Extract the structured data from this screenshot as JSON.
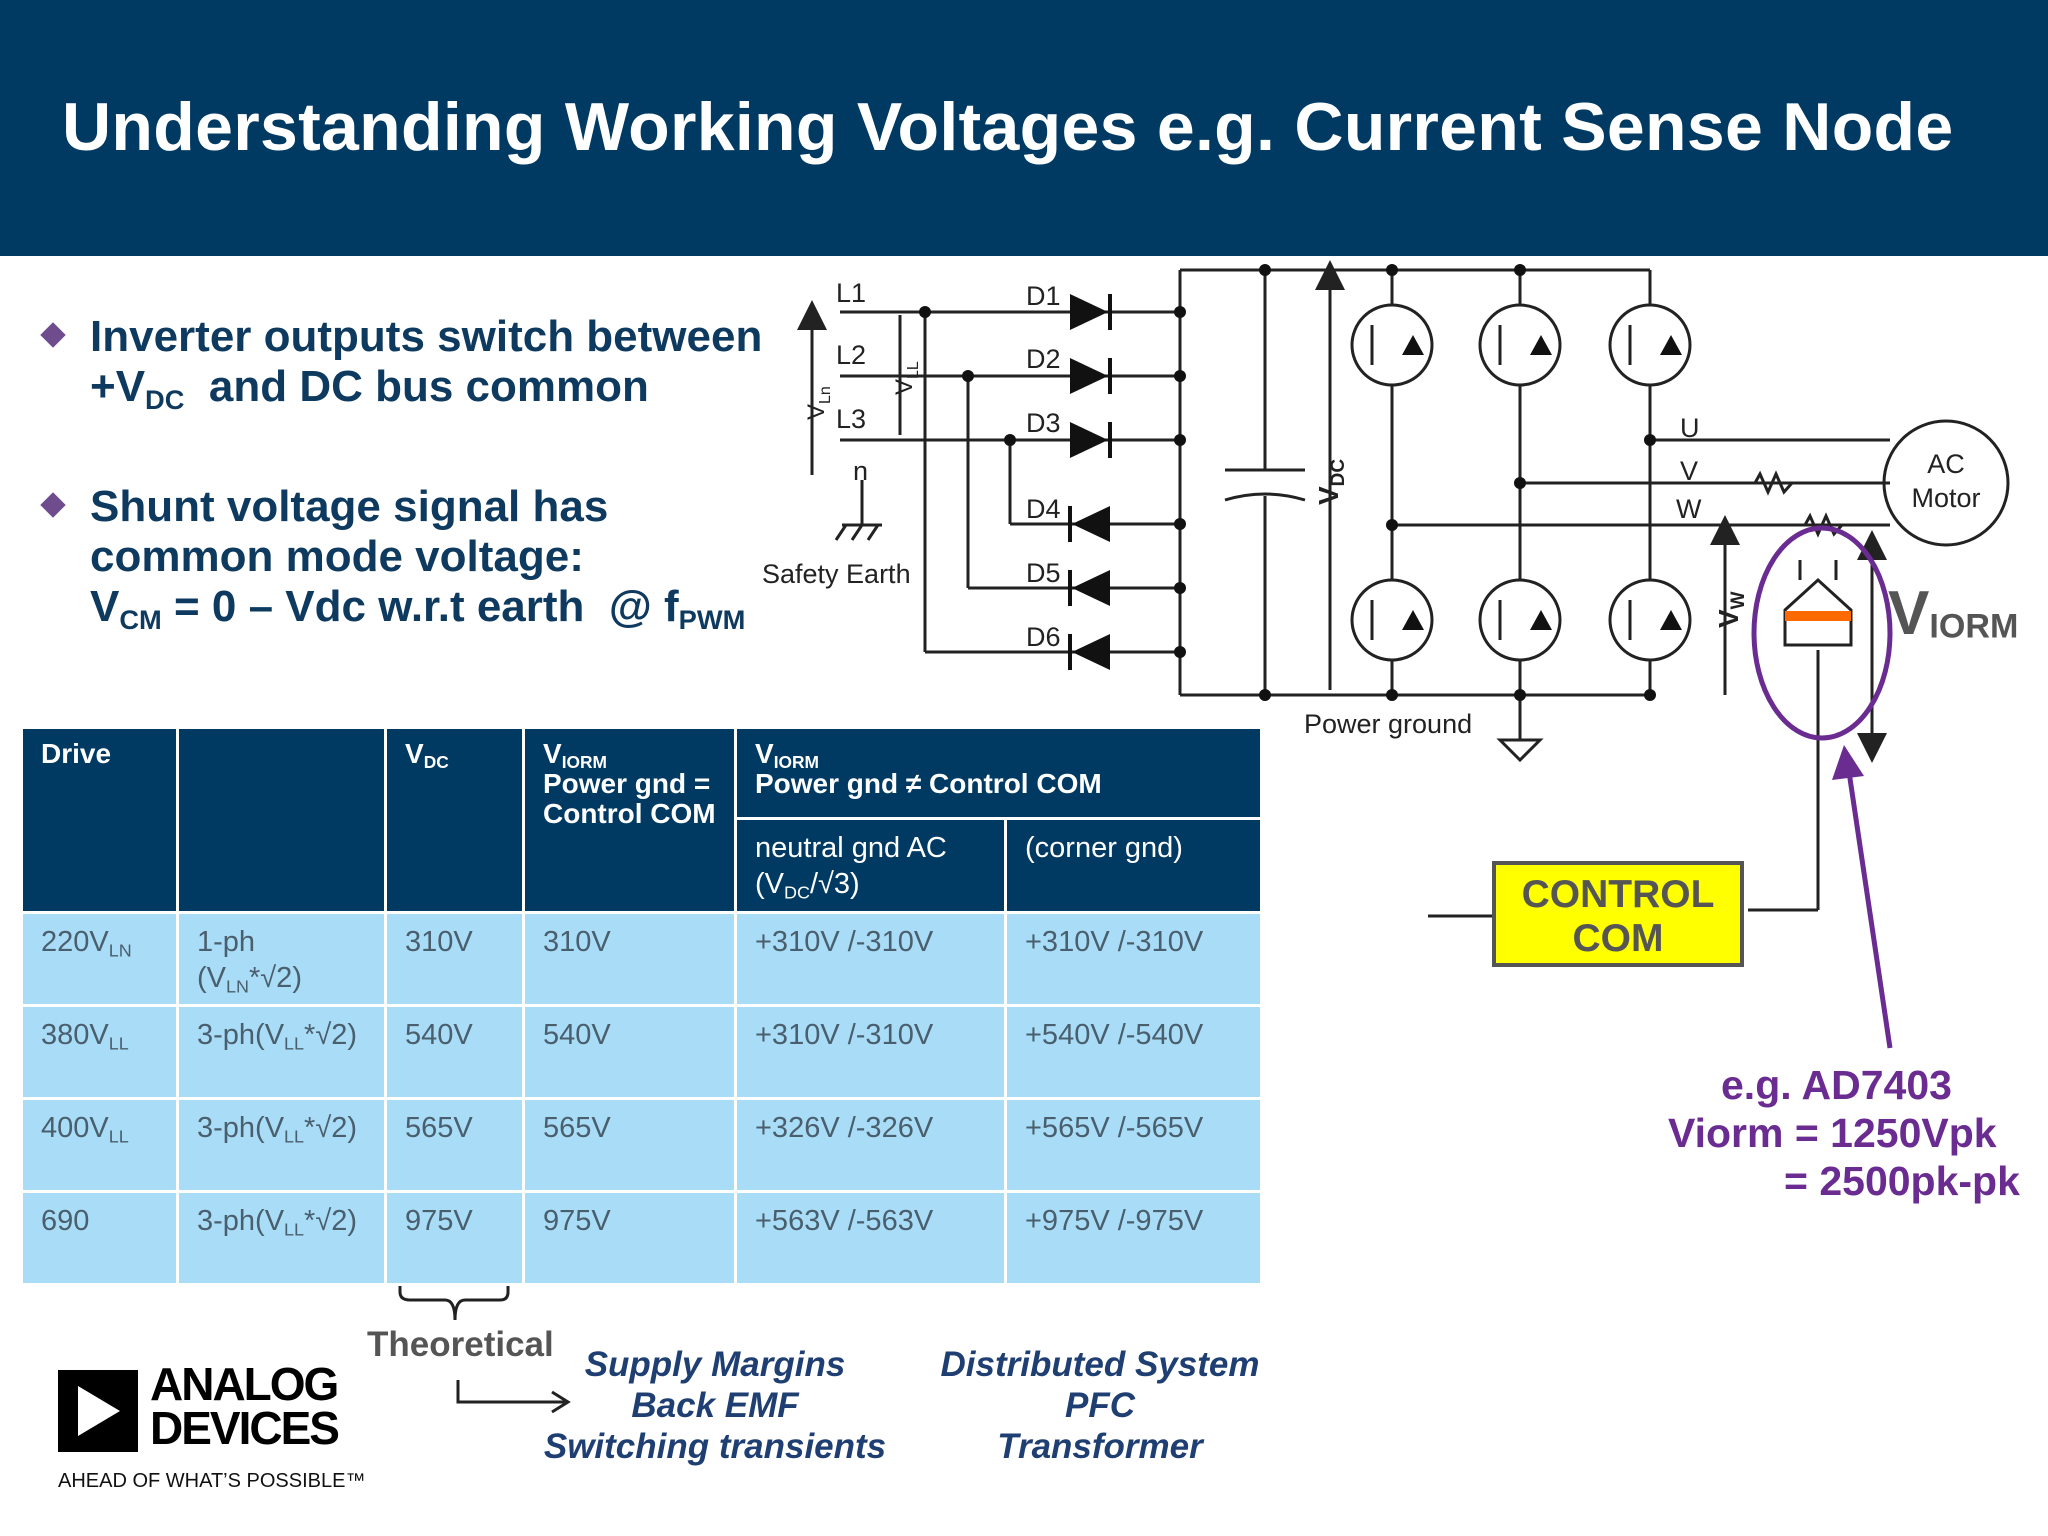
{
  "title": "Understanding Working Voltages e.g. Current Sense Node",
  "bullets": {
    "b1_line1": "Inverter outputs switch between",
    "b1_line2_pre": "+V",
    "b1_line2_sub": "DC",
    "b1_line2_post": "  and DC bus common",
    "b2_line1": "Shunt voltage signal has",
    "b2_line2": "common mode voltage:",
    "b2_line3_pre": "V",
    "b2_line3_sub": "CM",
    "b2_line3_mid": " = 0 – Vdc w.r.t earth  @ f",
    "b2_line3_sub2": "PWM"
  },
  "circuit": {
    "L1": "L1",
    "L2": "L2",
    "L3": "L3",
    "n": "n",
    "VLn": "V",
    "VLn_sub": "Ln",
    "VLL": "V",
    "VLL_sub": "LL",
    "D1": "D1",
    "D2": "D2",
    "D3": "D3",
    "D4": "D4",
    "D5": "D5",
    "D6": "D6",
    "safety_earth": "Safety Earth",
    "VDC": "V",
    "VDC_sub": "DC",
    "power_ground": "Power ground",
    "U": "U",
    "V": "V",
    "W": "W",
    "Vw": "V",
    "Vw_sub": "W",
    "motor_line1": "AC",
    "motor_line2": "Motor",
    "viorm_main": "V",
    "viorm_sub": "IORM",
    "control_line1": "CONTROL",
    "control_line2": "COM"
  },
  "table": {
    "headers": {
      "drive": "Drive",
      "blank": "",
      "vdc": "V",
      "vdc_sub": "DC",
      "v1": "V",
      "v1_sub": "IORM",
      "v1_l2": "Power gnd =",
      "v1_l3": "Control COM",
      "v2": "V",
      "v2_sub": "IORM",
      "v2_l2": "Power gnd ≠ Control COM",
      "neutral_l1": "neutral gnd AC",
      "neutral_l2_pre": "(V",
      "neutral_l2_sub": "DC",
      "neutral_l2_post": "/√3)",
      "corner": "(corner gnd)"
    },
    "rows": [
      {
        "drive": "220V",
        "drive_sub": "LN",
        "phase_l1": "1-ph",
        "phase_pre": "(V",
        "phase_sub": "LN",
        "phase_post": "*√2)",
        "vdc": "310V",
        "viorm_eq": "310V",
        "neutral": "+310V /-310V",
        "corner": "+310V /-310V"
      },
      {
        "drive": "380V",
        "drive_sub": "LL",
        "phase_l1": "",
        "phase_pre": "3-ph(V",
        "phase_sub": "LL",
        "phase_post": "*√2)",
        "vdc": "540V",
        "viorm_eq": "540V",
        "neutral": "+310V /-310V",
        "corner": "+540V /-540V"
      },
      {
        "drive": "400V",
        "drive_sub": "LL",
        "phase_l1": "",
        "phase_pre": "3-ph(V",
        "phase_sub": "LL",
        "phase_post": "*√2)",
        "vdc": "565V",
        "viorm_eq": "565V",
        "neutral": "+326V /-326V",
        "corner": "+565V /-565V"
      },
      {
        "drive": "690",
        "drive_sub": "",
        "phase_l1": "",
        "phase_pre": "3-ph(V",
        "phase_sub": "LL",
        "phase_post": "*√2)",
        "vdc": "975V",
        "viorm_eq": "975V",
        "neutral": "+563V /-563V",
        "corner": "+975V /-975V"
      }
    ]
  },
  "notes": {
    "theoretical": "Theoretical",
    "supply_l1": "Supply Margins",
    "supply_l2": "Back EMF",
    "supply_l3": "Switching transients",
    "dist_l1": "Distributed System",
    "dist_l2": "PFC",
    "dist_l3": "Transformer"
  },
  "ad7403": {
    "l1": "e.g. AD7403",
    "l2": "Viorm = 1250Vpk",
    "l3": "= 2500pk-pk"
  },
  "logo": {
    "line1": "ANALOG",
    "line2": "DEVICES",
    "tagline": "AHEAD OF WHAT’S POSSIBLE™"
  },
  "colors": {
    "header": "#003a63",
    "table_header": "#003a63",
    "table_body": "#a9dcf7",
    "purple": "#6a2c91",
    "control_fill": "#ffff00",
    "bullet_diamond": "#6e4c8e"
  }
}
